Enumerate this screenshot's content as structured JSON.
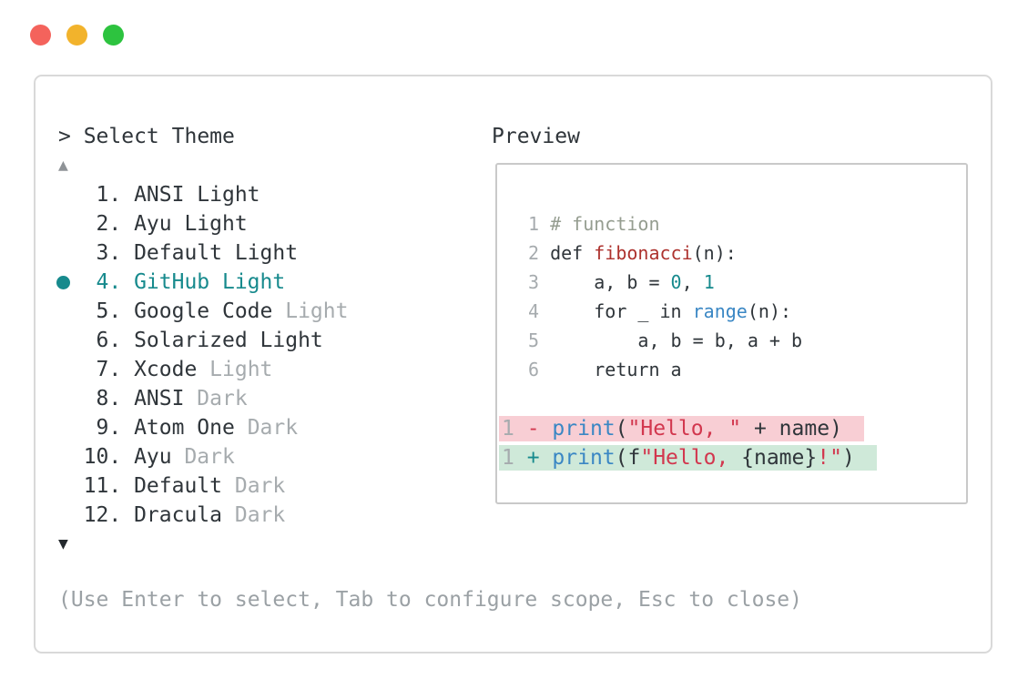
{
  "window": {
    "traffic_lights": [
      {
        "name": "close",
        "color": "#f4635c"
      },
      {
        "name": "minimize",
        "color": "#f2b32c"
      },
      {
        "name": "zoom",
        "color": "#2dc33f"
      }
    ]
  },
  "theme_selector": {
    "title": "> Select Theme",
    "scroll_up_indicator": "▲",
    "scroll_down_indicator": "▼",
    "items": [
      {
        "number": "1",
        "name": "ANSI Light",
        "muted_suffix": "",
        "selected": false
      },
      {
        "number": "2",
        "name": "Ayu Light",
        "muted_suffix": "",
        "selected": false
      },
      {
        "number": "3",
        "name": "Default Light",
        "muted_suffix": "",
        "selected": false
      },
      {
        "number": "4",
        "name": "GitHub Light",
        "muted_suffix": "",
        "selected": true
      },
      {
        "number": "5",
        "name": "Google Code",
        "muted_suffix": " Light",
        "selected": false
      },
      {
        "number": "6",
        "name": "Solarized Light",
        "muted_suffix": "",
        "selected": false
      },
      {
        "number": "7",
        "name": "Xcode",
        "muted_suffix": " Light",
        "selected": false
      },
      {
        "number": "8",
        "name": "ANSI",
        "muted_suffix": " Dark",
        "selected": false
      },
      {
        "number": "9",
        "name": "Atom One",
        "muted_suffix": " Dark",
        "selected": false
      },
      {
        "number": "10",
        "name": "Ayu",
        "muted_suffix": " Dark",
        "selected": false
      },
      {
        "number": "11",
        "name": "Default",
        "muted_suffix": " Dark",
        "selected": false
      },
      {
        "number": "12",
        "name": "Dracula",
        "muted_suffix": " Dark",
        "selected": false
      }
    ],
    "hint": "(Use Enter to select, Tab to configure scope, Esc to close)"
  },
  "preview": {
    "label": "Preview",
    "code_lines": [
      {
        "no": "1",
        "tokens": [
          {
            "t": "# function",
            "c": "comment"
          }
        ]
      },
      {
        "no": "2",
        "tokens": [
          {
            "t": "def ",
            "c": "plain"
          },
          {
            "t": "fibonacci",
            "c": "func"
          },
          {
            "t": "(n):",
            "c": "plain"
          }
        ]
      },
      {
        "no": "3",
        "tokens": [
          {
            "t": "    a, b = ",
            "c": "plain"
          },
          {
            "t": "0",
            "c": "number"
          },
          {
            "t": ", ",
            "c": "plain"
          },
          {
            "t": "1",
            "c": "number"
          }
        ]
      },
      {
        "no": "4",
        "tokens": [
          {
            "t": "    for _ in ",
            "c": "plain"
          },
          {
            "t": "range",
            "c": "builtin"
          },
          {
            "t": "(n):",
            "c": "plain"
          }
        ]
      },
      {
        "no": "5",
        "tokens": [
          {
            "t": "        a, b = b, a + b",
            "c": "plain"
          }
        ]
      },
      {
        "no": "6",
        "tokens": [
          {
            "t": "    return a",
            "c": "plain"
          }
        ]
      }
    ],
    "diff_lines": [
      {
        "no": "1",
        "kind": "removed",
        "tokens": [
          {
            "t": "- ",
            "c": "del"
          },
          {
            "t": "print",
            "c": "builtin"
          },
          {
            "t": "(",
            "c": "plain"
          },
          {
            "t": "\"Hello, \"",
            "c": "string"
          },
          {
            "t": " + name)",
            "c": "plain"
          }
        ]
      },
      {
        "no": "1",
        "kind": "added",
        "tokens": [
          {
            "t": "+ ",
            "c": "add"
          },
          {
            "t": "print",
            "c": "builtin"
          },
          {
            "t": "(f",
            "c": "plain"
          },
          {
            "t": "\"Hello, ",
            "c": "string"
          },
          {
            "t": "{name}",
            "c": "plain"
          },
          {
            "t": "!\"",
            "c": "string"
          },
          {
            "t": ")",
            "c": "plain"
          }
        ]
      }
    ]
  },
  "colors": {
    "ink": "#2f353a",
    "muted": "#a6abae",
    "hint": "#9ba1a5",
    "gray": "#a6abae",
    "teal": "#178a8d",
    "blue": "#3a87c4",
    "brick": "#ad322e",
    "crimson": "#d2374e",
    "comment": "#959d90",
    "diff_red_bg": "#f8ced4",
    "diff_green_bg": "#cfe9d9",
    "border": "#d9d9d9",
    "preview_border": "#c9c9c9",
    "tl_red": "#f4635c",
    "tl_yellow": "#f2b32c",
    "tl_green": "#2dc33f",
    "arrow_up": "#8f9397",
    "arrow_down": "#24292d"
  }
}
